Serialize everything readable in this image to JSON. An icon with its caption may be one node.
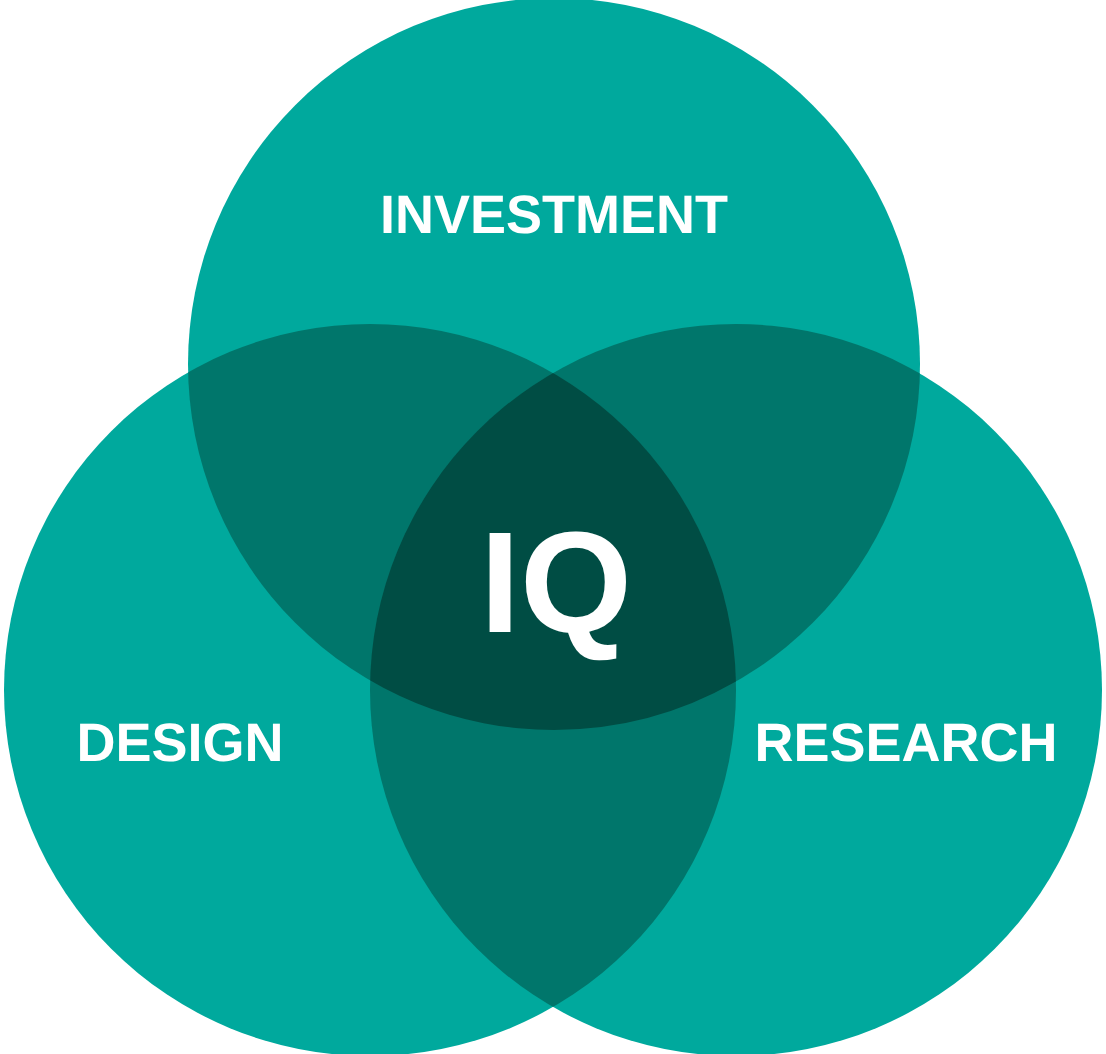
{
  "diagram": {
    "nodes": [
      {
        "text": [
          "INVESTMENT"
        ]
      },
      {
        "text": [
          "DESIGN"
        ]
      },
      {
        "text": [
          "RESEARCH"
        ]
      },
      {
        "text": [
          "IQ"
        ]
      }
    ],
    "edges": []
  }
}
